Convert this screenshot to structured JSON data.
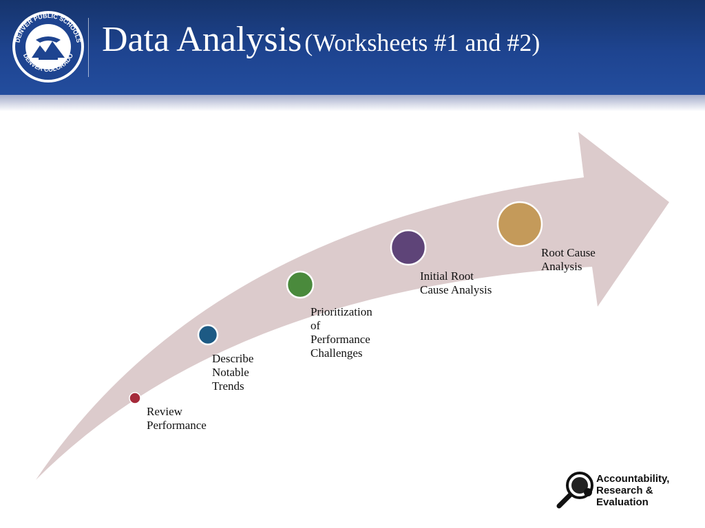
{
  "header": {
    "title_main": "Data Analysis",
    "title_sub": "(Worksheets #1 and #2)",
    "logo_text_top": "DENVER PUBLIC SCHOOLS",
    "logo_text_bottom": "DENVER COLORADO"
  },
  "steps": [
    {
      "lines": [
        "Review",
        "Performance"
      ],
      "color": "#a52a3a"
    },
    {
      "lines": [
        "Describe",
        "Notable",
        "Trends"
      ],
      "color": "#1d5a84"
    },
    {
      "lines": [
        "Prioritization",
        "of",
        "Performance",
        "Challenges"
      ],
      "color": "#4a8a3c"
    },
    {
      "lines": [
        "Initial Root",
        "Cause Analysis"
      ],
      "color": "#5e4478"
    },
    {
      "lines": [
        "Root Cause",
        "Analysis"
      ],
      "color": "#c49a5a"
    }
  ],
  "arrow_color": "#dccbcc",
  "footer": {
    "org_lines": [
      "Accountability,",
      "Research &",
      "Evaluation"
    ]
  }
}
